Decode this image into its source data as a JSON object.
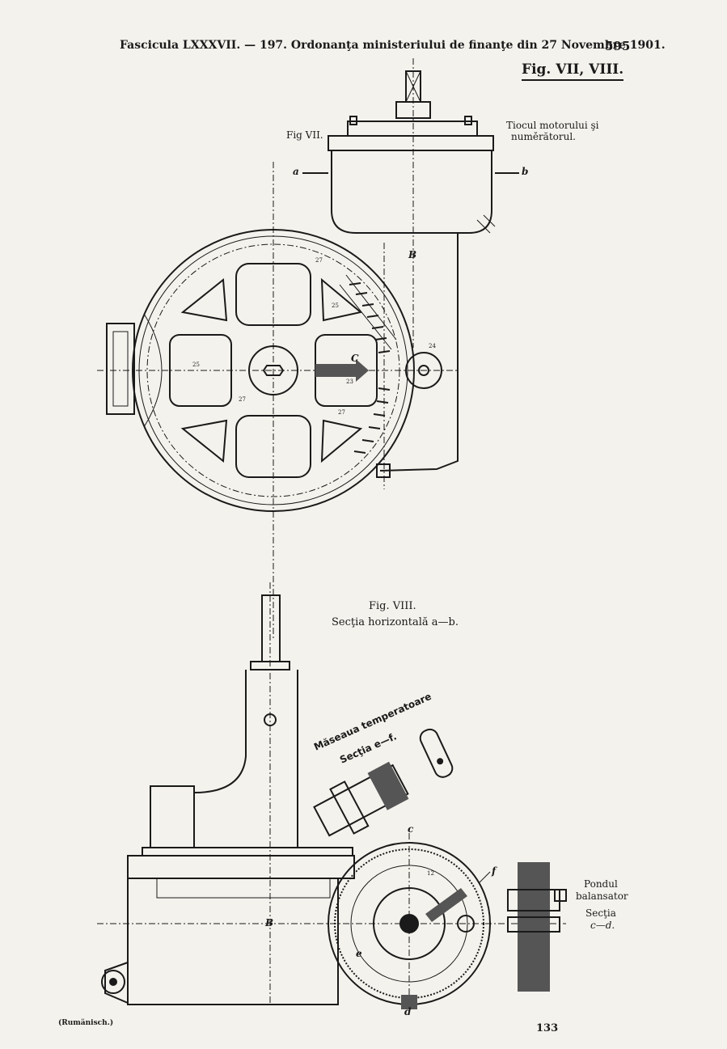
{
  "header": {
    "left_text": "Fascicula LXXXVII. — 197. Ordonanţa ministeriului de finanţe din 27 Novembre 1901.",
    "page_number": "595"
  },
  "figure_title": "Fig. VII, VIII.",
  "fig7": {
    "label": "Fig VII.",
    "caption_line1": "Tiocul motorului şi",
    "caption_line2": "numěrătorul.",
    "label_a": "a",
    "label_b": "b",
    "label_B": "B",
    "label_C": "C",
    "dial_marks": [
      "27",
      "25",
      "25",
      "27",
      "23",
      "27",
      "24"
    ]
  },
  "fig8": {
    "title": "Fig. VIII.",
    "subtitle": "Secţia horizontală a—b.",
    "temp_label_line1": "Măseaua temperatoare",
    "temp_label_line2": "Secţia e—f.",
    "label_c": "c",
    "label_d": "d",
    "label_e": "e",
    "label_f": "f",
    "label_B": "B",
    "balance_line1": "Pondul",
    "balance_line2": "balansator",
    "balance_line3": "Secţia",
    "balance_line4": "c—d.",
    "mark_12": "12"
  },
  "footer": {
    "left_text": "(Rumänisch.)",
    "sheet_number": "133"
  }
}
